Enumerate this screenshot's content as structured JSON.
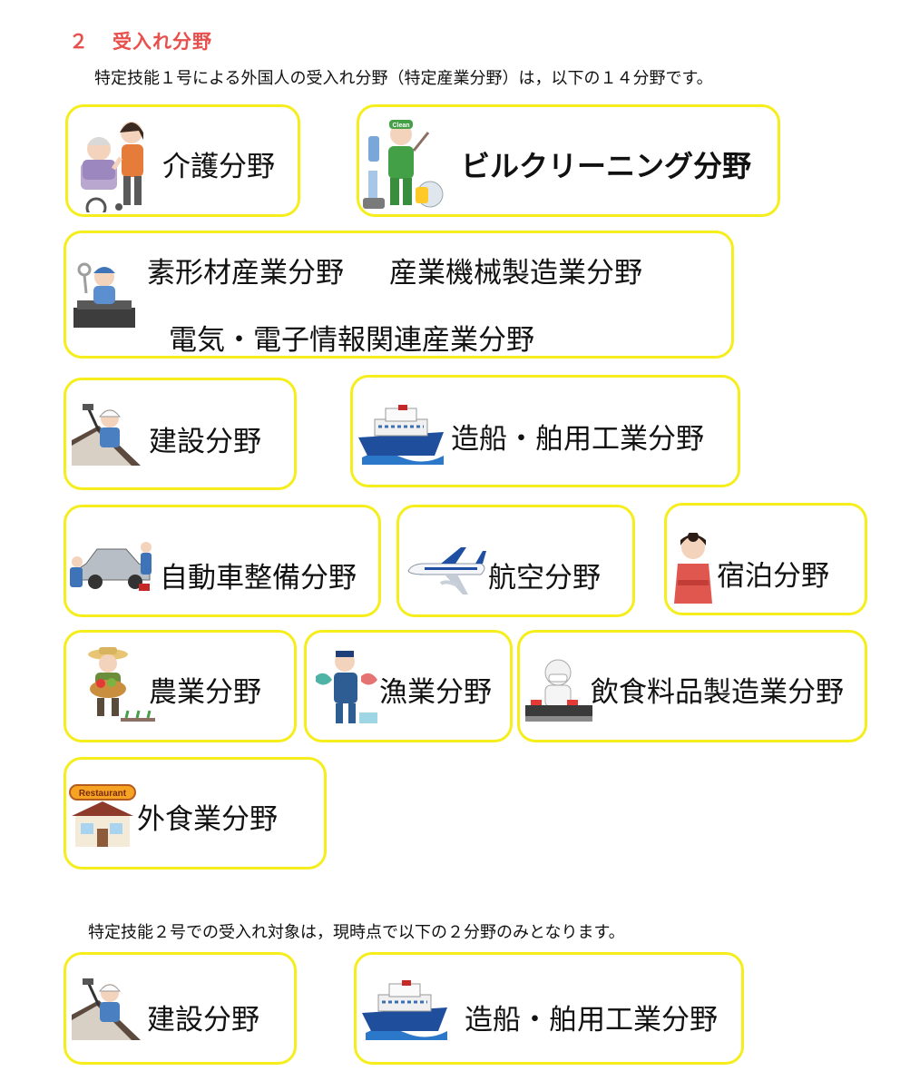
{
  "heading": {
    "number": "２",
    "title": "受入れ分野"
  },
  "intro1": "特定技能１号による外国人の受入れ分野（特定産業分野）は，以下の１４分野です。",
  "intro2": "特定技能２号での受入れ対象は，現時点で以下の２分野のみとなります。",
  "cards": {
    "kaigo": "介護分野",
    "building": "ビルクリーニング分野",
    "sokei": "素形材産業分野",
    "sangyo_kikai": "産業機械製造業分野",
    "denki": "電気・電子情報関連産業分野",
    "kensetsu": "建設分野",
    "zosen": "造船・舶用工業分野",
    "jidosha": "自動車整備分野",
    "koku": "航空分野",
    "shukuhaku": "宿泊分野",
    "nogyo": "農業分野",
    "gyogyo": "漁業分野",
    "inshoku": "飲食料品製造業分野",
    "gaishoku": "外食業分野",
    "kensetsu2": "建設分野",
    "zosen2": "造船・舶用工業分野"
  },
  "illustrations": {
    "clean_sign": "Clean",
    "restaurant_sign": "Restaurant"
  },
  "colors": {
    "heading": "#e8504d",
    "card_border": "#f5ee1c"
  }
}
